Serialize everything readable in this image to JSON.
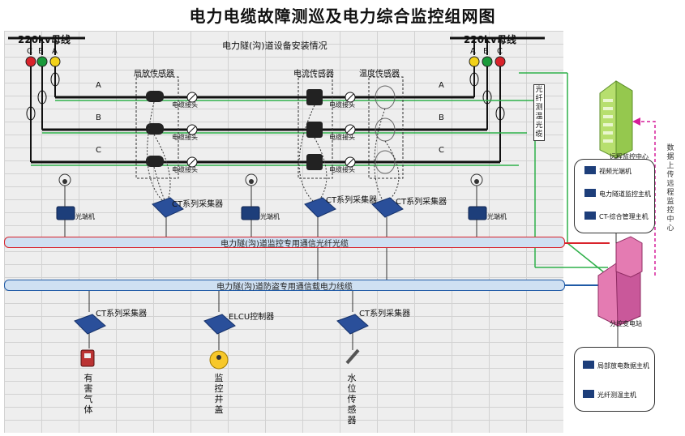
{
  "title": "电力电缆故障测巡及电力综合监控组网图",
  "busbar_left": "220kv母线",
  "busbar_right": "220kv母线",
  "tunnel_header": "电力隧(沟)道设备安装情况",
  "phases_left": [
    "C",
    "B",
    "A"
  ],
  "phases_right": [
    "A",
    "B",
    "C"
  ],
  "line_labels": [
    "A",
    "B",
    "C"
  ],
  "sensor_pd": "局放传感器",
  "sensor_current": "电流传感器",
  "sensor_temp": "温度传感器",
  "cable_joint": "电缆接头",
  "fiber_side_label": "光纤测温光缆",
  "optical_terminal": "光端机",
  "ct_collector": "CT系列采集器",
  "fiber_pipe": "电力隧(沟)道监控专用通信光纤光缆",
  "cable_pipe": "电力隧(沟)道防盗专用通信载电力线缆",
  "ct_bottom": "CT系列采集器",
  "elcu": "ELCU控制器",
  "bottom_gas": "有害气体",
  "bottom_well": "监控井盖",
  "bottom_water": "水位传感器",
  "monitor_center": "远程监控中心",
  "upload_text": "数据上传远程监控中心",
  "substation": "分控变电站",
  "panel_top_items": [
    "视频光端机",
    "电力隧道监控主机",
    "CT-综合管理主机"
  ],
  "panel_bottom_items": [
    "局部放电数据主机",
    "光纤测温主机"
  ],
  "colors": {
    "phase_c": "#d9232b",
    "phase_b": "#1a9a3a",
    "phase_a": "#f2d21a",
    "fiber_pipe": "#d9232b",
    "cable_pipe": "#1f5aa6",
    "green_line": "#2fb04a"
  }
}
